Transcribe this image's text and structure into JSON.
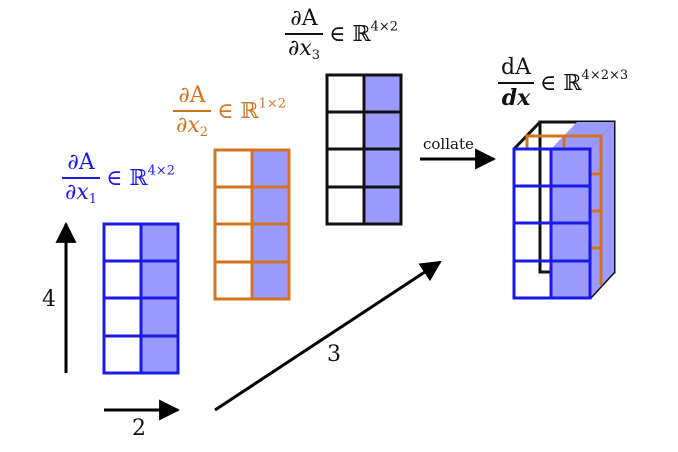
{
  "dims": {
    "rows": "4",
    "cols": "2",
    "depth": "3"
  },
  "arrow_label": "collate",
  "labels": {
    "x1": {
      "num": "∂A",
      "den_var": "∂x",
      "den_sub": "1",
      "space": "∈ ℝ",
      "sup": "4×2",
      "color": "#1a1ae6"
    },
    "x2": {
      "num": "∂A",
      "den_var": "∂x",
      "den_sub": "2",
      "space": "∈ ℝ",
      "sup": "1×2",
      "color": "#d4731f"
    },
    "x3": {
      "num": "∂A",
      "den_var": "∂x",
      "den_sub": "3",
      "space": "∈ ℝ",
      "sup": "4×2",
      "color": "#111111"
    },
    "x": {
      "num": "dA",
      "den_var": "dx",
      "den_sub": "",
      "space": "∈ ℝ",
      "sup": "4×2×3",
      "color": "#111111"
    }
  },
  "fill_color": "#9a9aff"
}
